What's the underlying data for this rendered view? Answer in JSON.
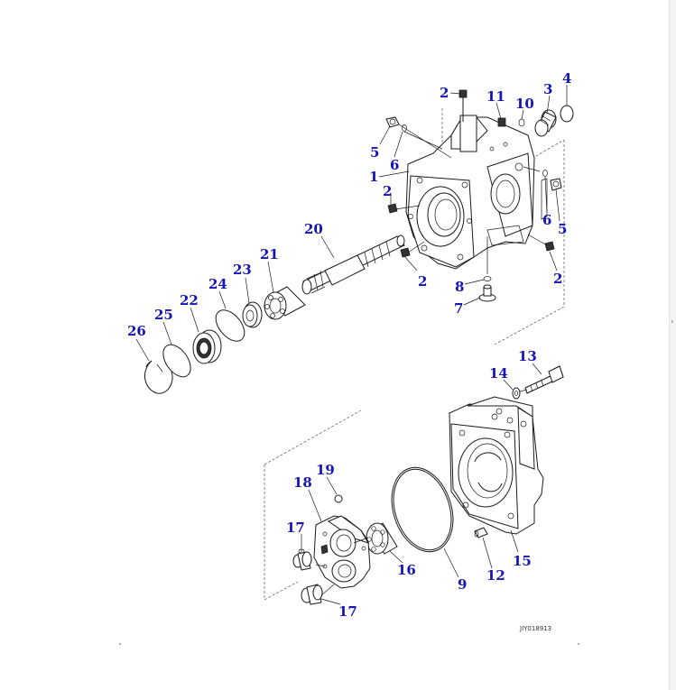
{
  "diagram": {
    "drawing_number": "JIY018913",
    "line_color": "#1a1a1a",
    "callout_color": "#1515b5",
    "callouts": [
      {
        "id": "c2a",
        "text": "2"
      },
      {
        "id": "c11",
        "text": "11"
      },
      {
        "id": "c10",
        "text": "10"
      },
      {
        "id": "c3",
        "text": "3"
      },
      {
        "id": "c4",
        "text": "4"
      },
      {
        "id": "c5a",
        "text": "5"
      },
      {
        "id": "c6a",
        "text": "6"
      },
      {
        "id": "c1",
        "text": "1"
      },
      {
        "id": "c2b",
        "text": "2"
      },
      {
        "id": "c6b",
        "text": "6"
      },
      {
        "id": "c5b",
        "text": "5"
      },
      {
        "id": "c20",
        "text": "20"
      },
      {
        "id": "c2c",
        "text": "2"
      },
      {
        "id": "c2d",
        "text": "2"
      },
      {
        "id": "c21",
        "text": "21"
      },
      {
        "id": "c8",
        "text": "8"
      },
      {
        "id": "c23",
        "text": "23"
      },
      {
        "id": "c7",
        "text": "7"
      },
      {
        "id": "c24",
        "text": "24"
      },
      {
        "id": "c22",
        "text": "22"
      },
      {
        "id": "c25",
        "text": "25"
      },
      {
        "id": "c26",
        "text": "26"
      },
      {
        "id": "c13",
        "text": "13"
      },
      {
        "id": "c14",
        "text": "14"
      },
      {
        "id": "c19",
        "text": "19"
      },
      {
        "id": "c18",
        "text": "18"
      },
      {
        "id": "c17a",
        "text": "17"
      },
      {
        "id": "c16",
        "text": "16"
      },
      {
        "id": "c15",
        "text": "15"
      },
      {
        "id": "c12",
        "text": "12"
      },
      {
        "id": "c9",
        "text": "9"
      },
      {
        "id": "c17b",
        "text": "17"
      }
    ]
  }
}
